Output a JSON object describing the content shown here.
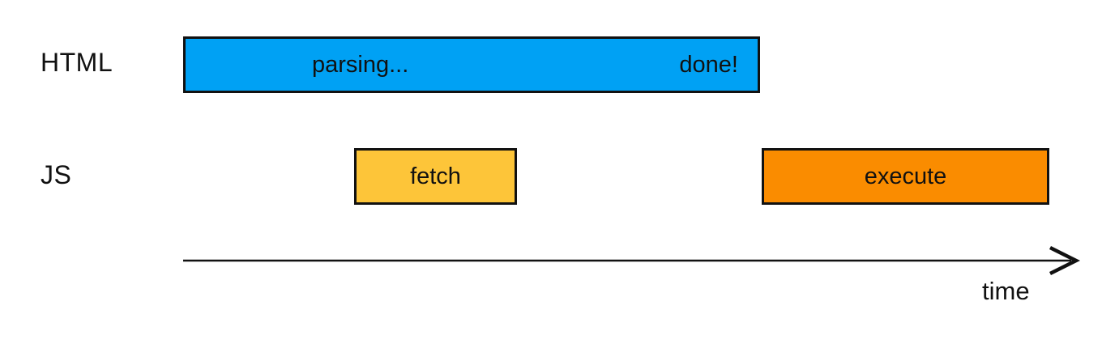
{
  "rows": {
    "html": {
      "label": "HTML"
    },
    "js": {
      "label": "JS"
    }
  },
  "bars": {
    "parsing": {
      "label_start": "parsing...",
      "label_end": "done!",
      "color": "#00A1F4"
    },
    "fetch": {
      "label": "fetch",
      "color": "#FDC539"
    },
    "execute": {
      "label": "execute",
      "color": "#FA8C00"
    }
  },
  "axis": {
    "label": "time",
    "color": "#111111"
  },
  "diagram": {
    "type": "timeline",
    "description_rows": [
      "HTML",
      "JS"
    ],
    "sequence": [
      "HTML parsing starts",
      "JS fetch occurs during parsing",
      "JS execute occurs after parsing done"
    ]
  }
}
